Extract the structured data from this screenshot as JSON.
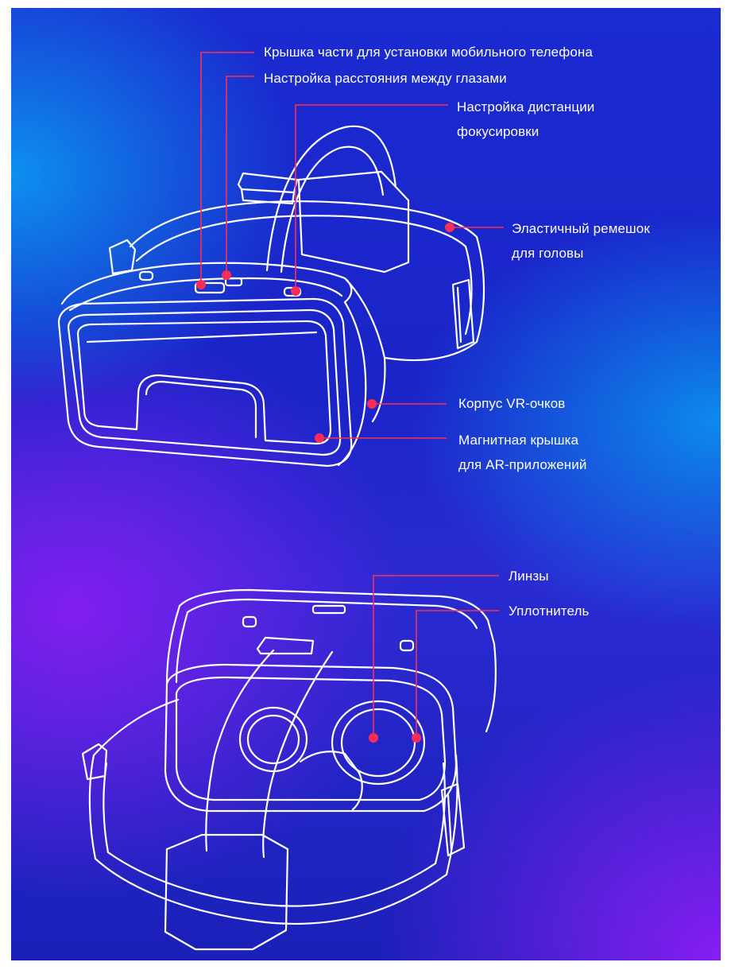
{
  "labels": {
    "phone_cover": "Крышка части для установки мобильного телефона",
    "ipd": "Настройка расстояния между глазами",
    "focus_line1": "Настройка дистанции",
    "focus_line2": "фокусировки",
    "strap_line1": "Эластичный ремешок",
    "strap_line2": "для головы",
    "body": "Корпус VR-очков",
    "magnet_line1": "Магнитная крышка",
    "magnet_line2": "для AR-приложений",
    "lenses": "Линзы",
    "seal": "Уплотнитель"
  },
  "colors": {
    "marker": "#ff2d55",
    "outline": "#ffffff",
    "text": "#ffffff"
  }
}
